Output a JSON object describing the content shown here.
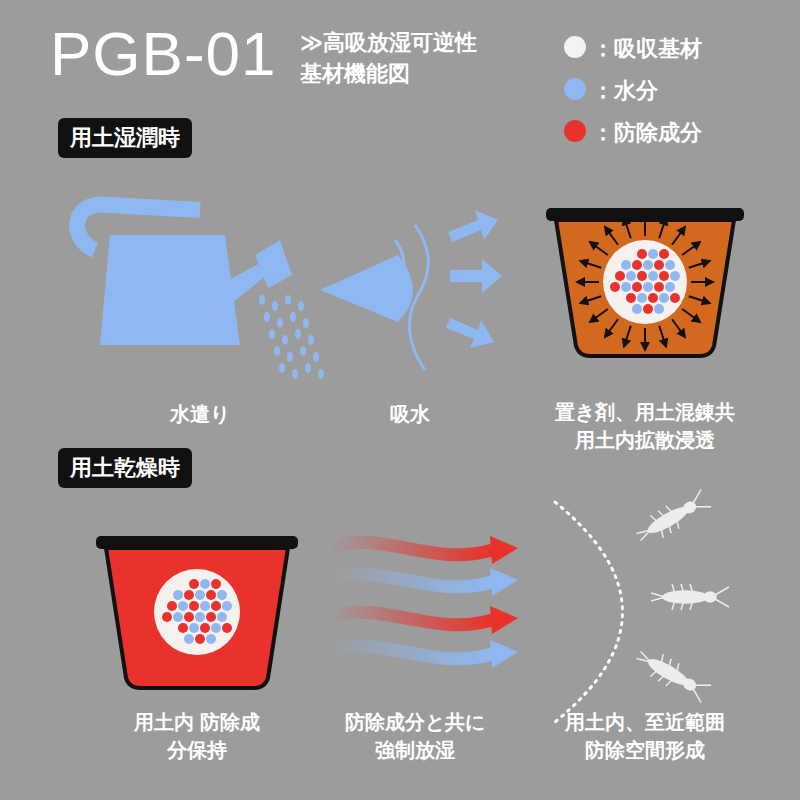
{
  "diagram": {
    "title": "PGB-01",
    "nodes": [
      {
        "text": [
          "用土湿潤時"
        ]
      },
      {
        "text": [
          "用土乾燥時"
        ]
      }
    ],
    "labels": [
      "≫高吸放湿可逆性 基材機能図",
      "水遣り",
      "吸水",
      "置き剤、用土混錬共 用土内拡散浸透",
      "用土内 防除成分保持",
      "防除成分と共に 強制放湿",
      "用土内、至近範囲 防除空間形成"
    ],
    "legend": [
      {
        "text": "：吸収基材",
        "color": "#f4f1ee"
      },
      {
        "text": "：水分",
        "color": "#8fb8f2"
      },
      {
        "text": "：防除成分",
        "color": "#e8322b"
      }
    ]
  }
}
